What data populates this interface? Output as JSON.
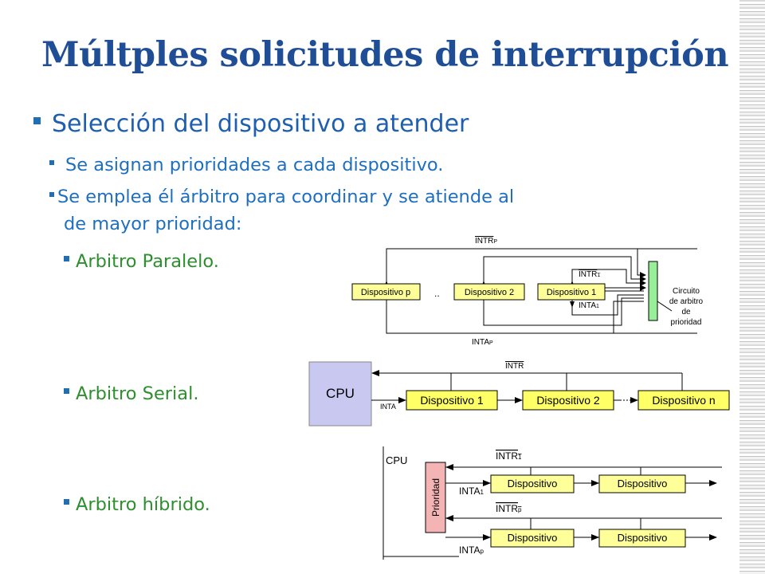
{
  "slide": {
    "title": "Múltples solicitudes de interrupción",
    "bullet1": "Selección del dispositivo a atender",
    "bullet2": "Se asignan prioridades a cada dispositivo.",
    "bullet3_line1": "Se emplea él árbitro para coordinar y se atiende al",
    "bullet3_line2": "de mayor prioridad:",
    "sub1": "Arbitro Paralelo.",
    "sub2": "Arbitro Serial.",
    "sub3": "Arbitro híbrido."
  },
  "diagram_parallel": {
    "devices": [
      "Dispositivo p",
      "Dispositivo 2",
      "Dispositivo 1"
    ],
    "dots": "..",
    "intr_p": "INTR",
    "intr_p_sub": "P",
    "inta_p": "INTA",
    "inta_p_sub": "P",
    "intr_1": "INTR",
    "intr_1_sub": "1",
    "inta_1": "INTA",
    "inta_1_sub": "1",
    "arbiter_lines": [
      "Circuito",
      "de arbitro",
      "de",
      "prioridad"
    ]
  },
  "diagram_serial": {
    "cpu": "CPU",
    "intr": "INTR",
    "inta": "INTA",
    "devices": [
      "Dispositivo 1",
      "Dispositivo 2",
      "Dispositivo  n"
    ]
  },
  "diagram_hybrid": {
    "cpu": "CPU",
    "priority": "Prioridad",
    "intr_1": "INTR",
    "intr_1_sub": "1",
    "inta_1": "INTA",
    "inta_1_sub": "1",
    "intr_p": "INTR",
    "intr_p_sub": "p",
    "inta_p": "INTA",
    "inta_p_sub": "p",
    "device": "Dispositivo"
  },
  "colors": {
    "title": "#1f4e96",
    "bullet_blue": "#1f5fb0",
    "bullet_green": "#2e8f2e",
    "device_yellow": "#ffff99",
    "serial_device_yellow": "#ffff66",
    "cpu_box": "#c8c8f0",
    "arbiter_green": "#99ee99",
    "priority_pink": "#f4b4b4"
  }
}
